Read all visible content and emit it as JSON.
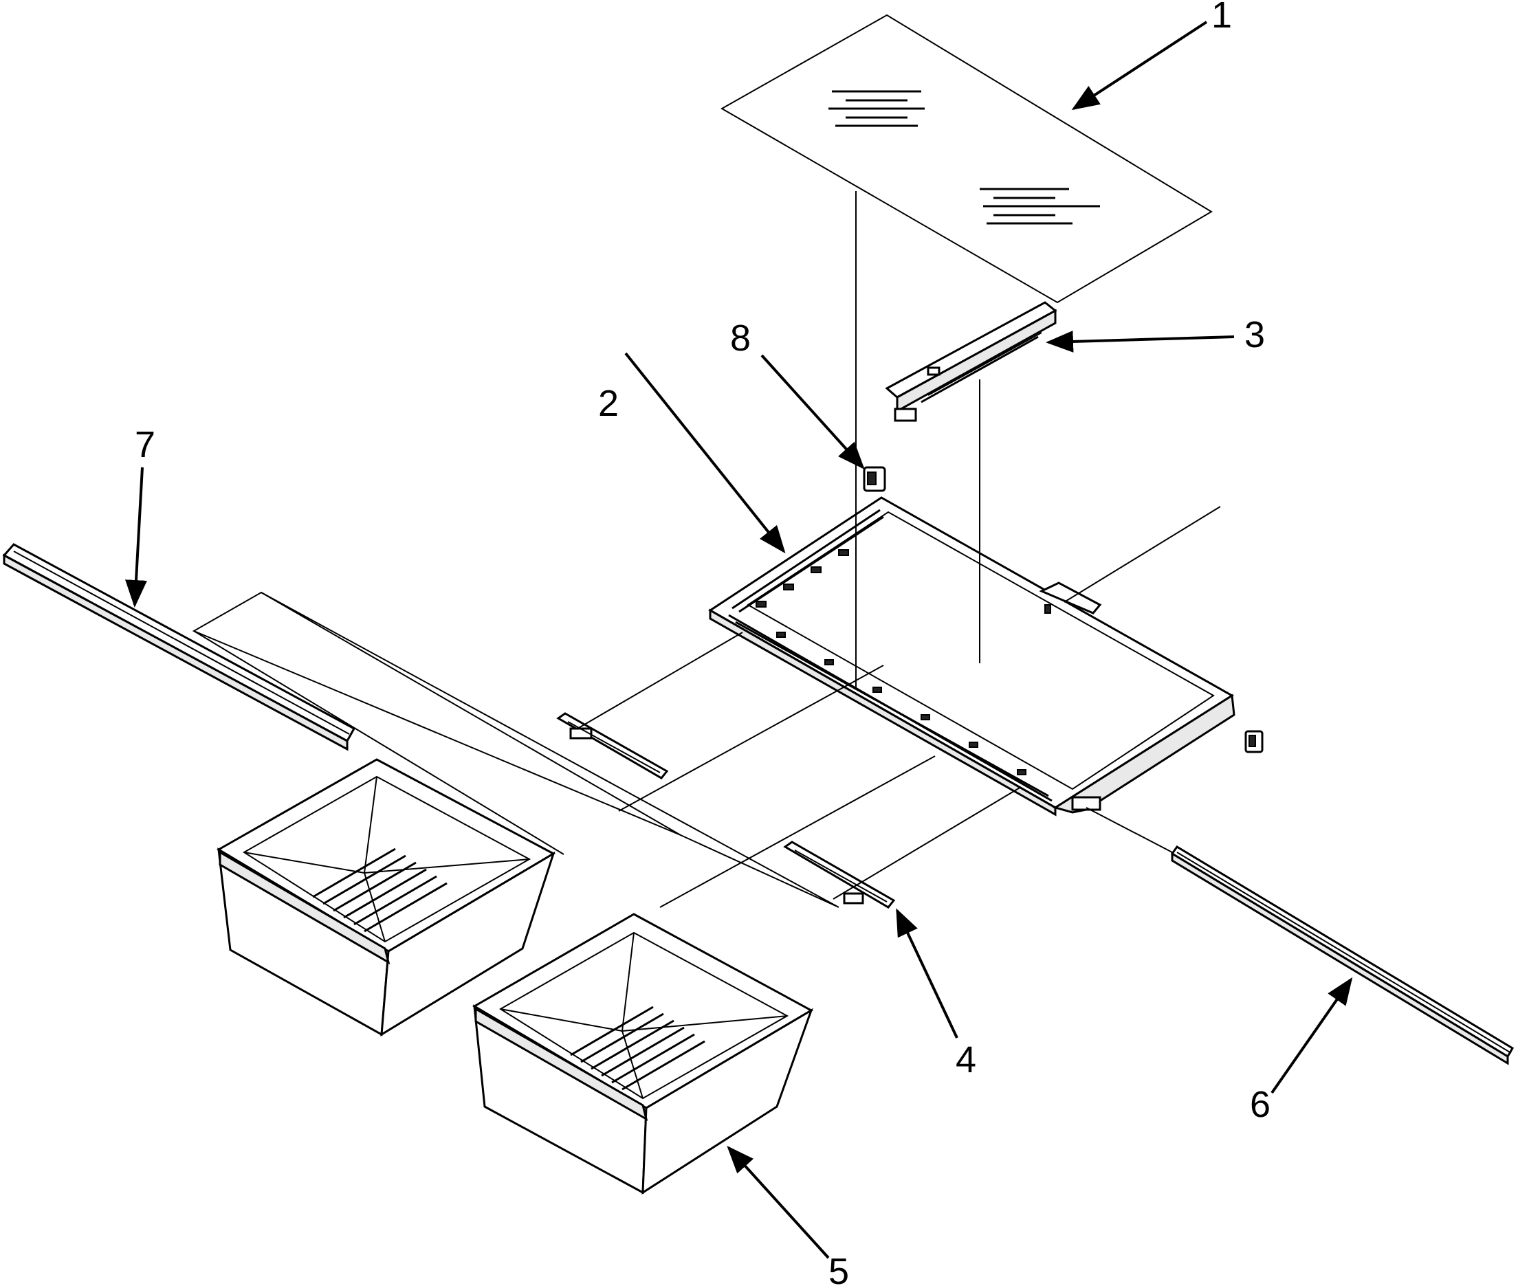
{
  "callouts": [
    {
      "key": "c1",
      "label": "1"
    },
    {
      "key": "c2",
      "label": "2"
    },
    {
      "key": "c3",
      "label": "3"
    },
    {
      "key": "c4",
      "label": "4"
    },
    {
      "key": "c5",
      "label": "5"
    },
    {
      "key": "c6",
      "label": "6"
    },
    {
      "key": "c7",
      "label": "7"
    },
    {
      "key": "c8",
      "label": "8"
    }
  ],
  "colors": {
    "ink": "#000000",
    "paper": "#ffffff",
    "shade": "#e9e9e9"
  }
}
